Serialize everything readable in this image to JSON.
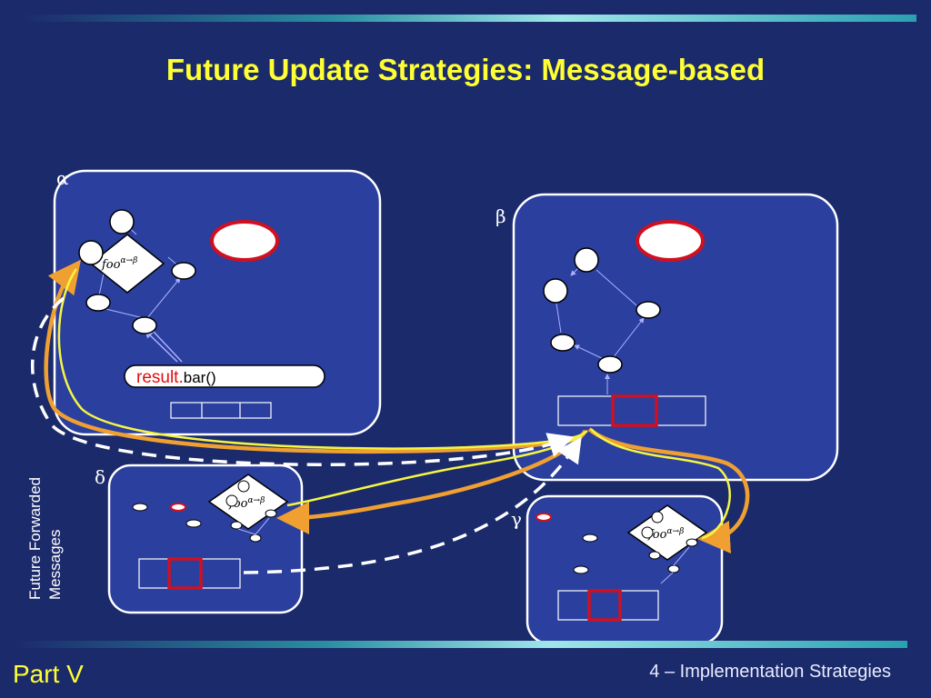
{
  "slide": {
    "title": "Future Update Strategies: Message-based",
    "footer_left": "Part V",
    "footer_right": "4 – Implementation Strategies"
  },
  "diagram": {
    "side_label_line1": "Future Forwarded",
    "side_label_line2": "Messages",
    "objects": [
      {
        "id": "alpha",
        "label": "α"
      },
      {
        "id": "beta",
        "label": "β"
      },
      {
        "id": "delta",
        "label": "δ"
      },
      {
        "id": "gamma",
        "label": "γ"
      }
    ],
    "method_node_label": "foo",
    "method_node_superscript": "α→β",
    "call_text_red": "result.",
    "call_text_black": "bar()"
  },
  "colors": {
    "background": "#1b2a6b",
    "box_fill": "#2a3f9e",
    "title": "#ffff33",
    "arrow_orange": "#f0a030",
    "arrow_yellow": "#f5f542",
    "highlight_red": "#d01020"
  }
}
